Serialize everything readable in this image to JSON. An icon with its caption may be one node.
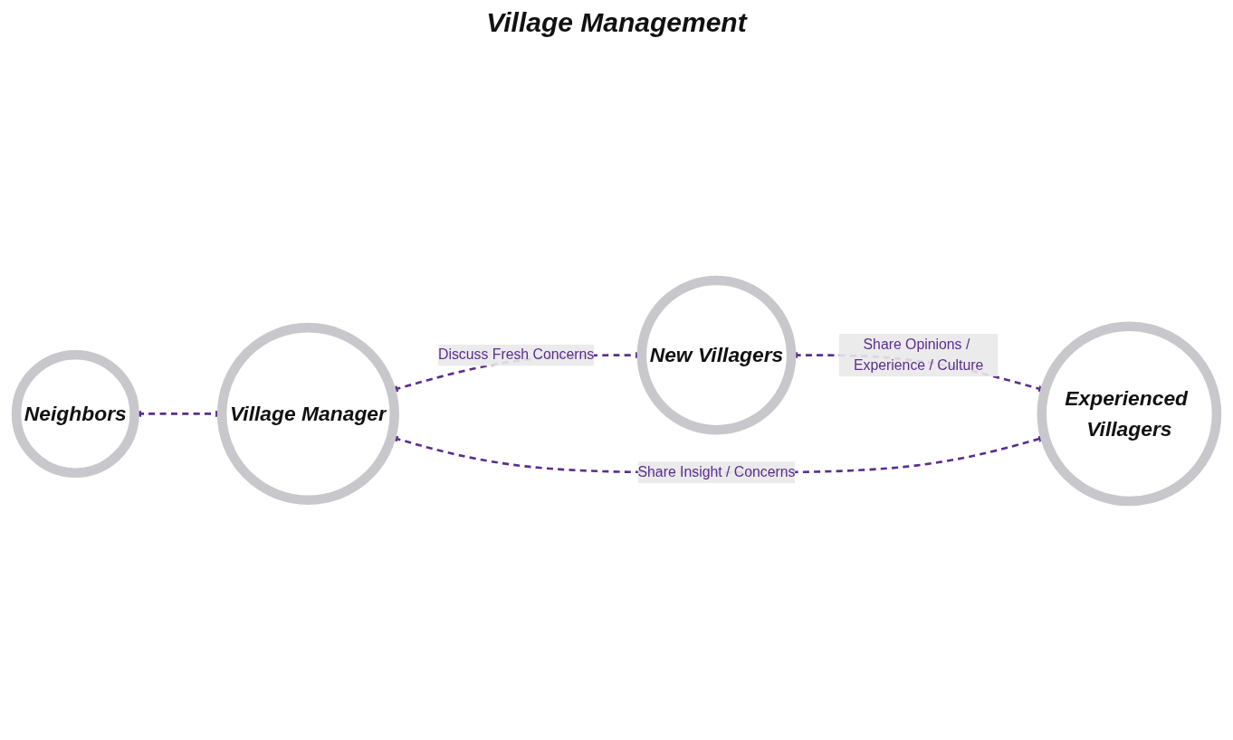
{
  "diagram": {
    "nodes": [
      {
        "text": [
          "New Villagers"
        ]
      },
      {
        "text": [
          "Neighbors"
        ]
      },
      {
        "text": [
          "Village Manager"
        ]
      },
      {
        "text": [
          "Experienced Villagers"
        ]
      }
    ],
    "edges": [
      {
        "from": 2,
        "to": 0,
        "arrow": "both",
        "label": "Discuss Fresh Concerns",
        "style": "dashed",
        "color": "#5b2d8e"
      },
      {
        "from": 0,
        "to": 3,
        "arrow": "both",
        "label": "Share Opinions / Experience / Culture",
        "style": "dashed",
        "color": "#5b2d8e"
      },
      {
        "from": 1,
        "to": 2,
        "arrow": "both",
        "style": "dashed",
        "color": "#5b2d8e"
      },
      {
        "from": 2,
        "to": 3,
        "arrow": "both",
        "label": "Share Insight / Concerns",
        "style": "dashed",
        "color": "#5b2d8e"
      }
    ],
    "labels": [
      "Village Management"
    ]
  }
}
